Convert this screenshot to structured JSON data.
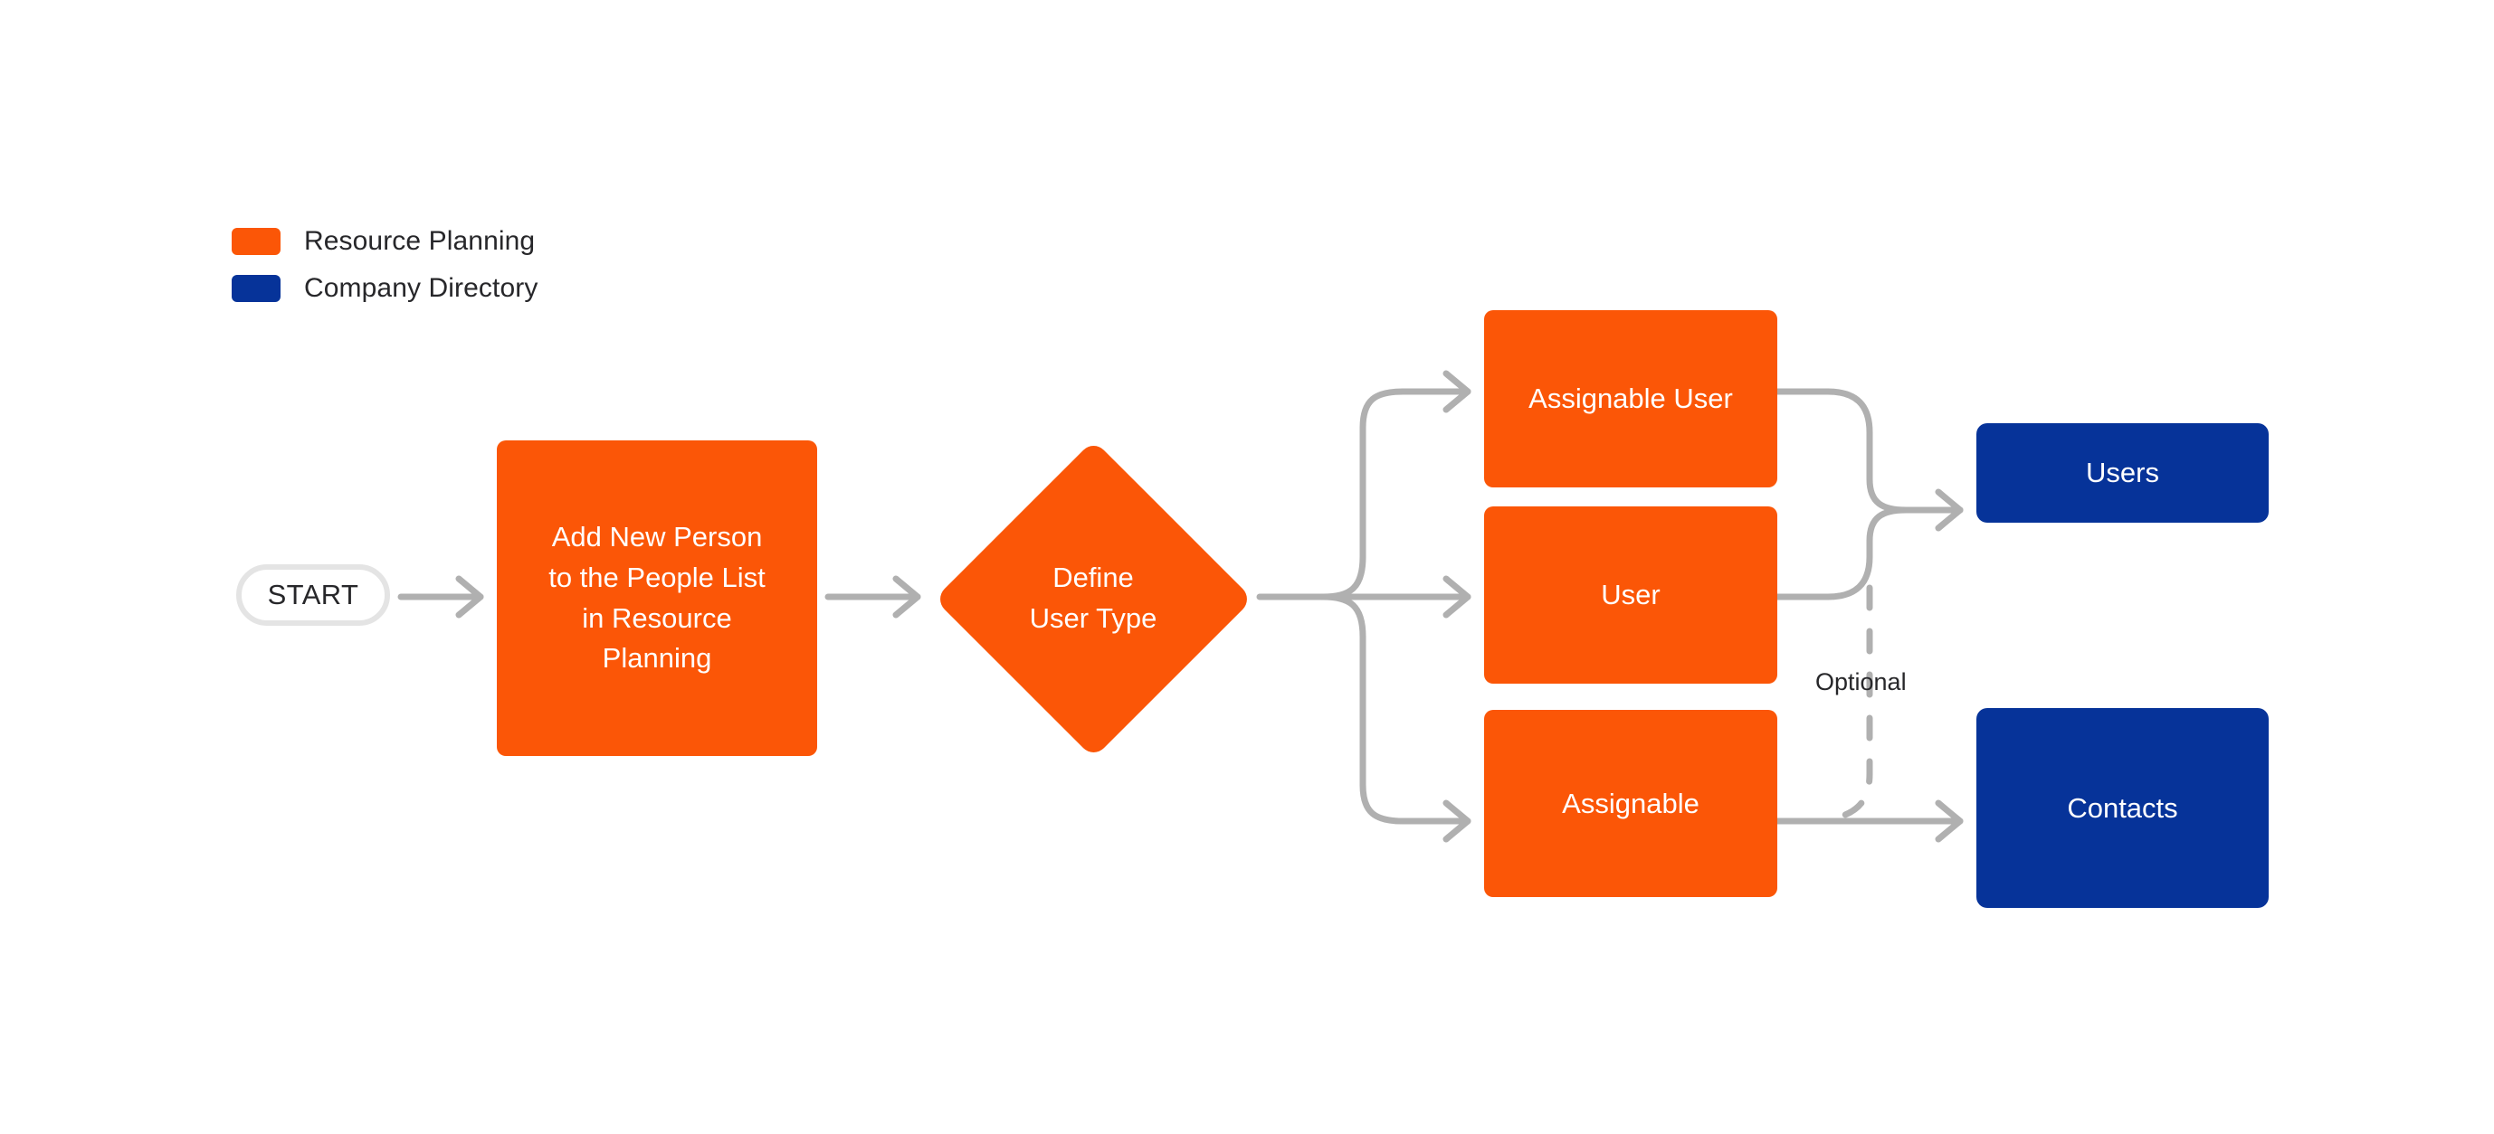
{
  "colors": {
    "resource_planning": "#fb5607",
    "company_directory": "#063399",
    "connector": "#b0b0b0",
    "start_border": "#e4e4e4",
    "text_dark": "#27272a",
    "text_light": "#ffffff",
    "background": "#ffffff"
  },
  "legend": {
    "items": [
      {
        "label": "Resource Planning",
        "color": "#fb5607"
      },
      {
        "label": "Company Directory",
        "color": "#063399"
      }
    ]
  },
  "flow": {
    "start": {
      "label": "START"
    },
    "process": {
      "label": "Add New Person to the People List in Resource Planning",
      "lines": [
        "Add New Person",
        "to the People List",
        "in Resource",
        "Planning"
      ]
    },
    "decision": {
      "label": "Define User Type",
      "lines": [
        "Define",
        "User Type"
      ]
    },
    "options": [
      {
        "id": "assignable-user",
        "label": "Assignable User",
        "group": "Resource Planning"
      },
      {
        "id": "user",
        "label": "User",
        "group": "Resource Planning"
      },
      {
        "id": "assignable",
        "label": "Assignable",
        "group": "Resource Planning"
      }
    ],
    "destinations": [
      {
        "id": "users",
        "label": "Users",
        "group": "Company Directory"
      },
      {
        "id": "contacts",
        "label": "Contacts",
        "group": "Company Directory"
      }
    ],
    "edge_labels": [
      {
        "id": "optional",
        "label": "Optional",
        "style": "dashed"
      }
    ]
  }
}
